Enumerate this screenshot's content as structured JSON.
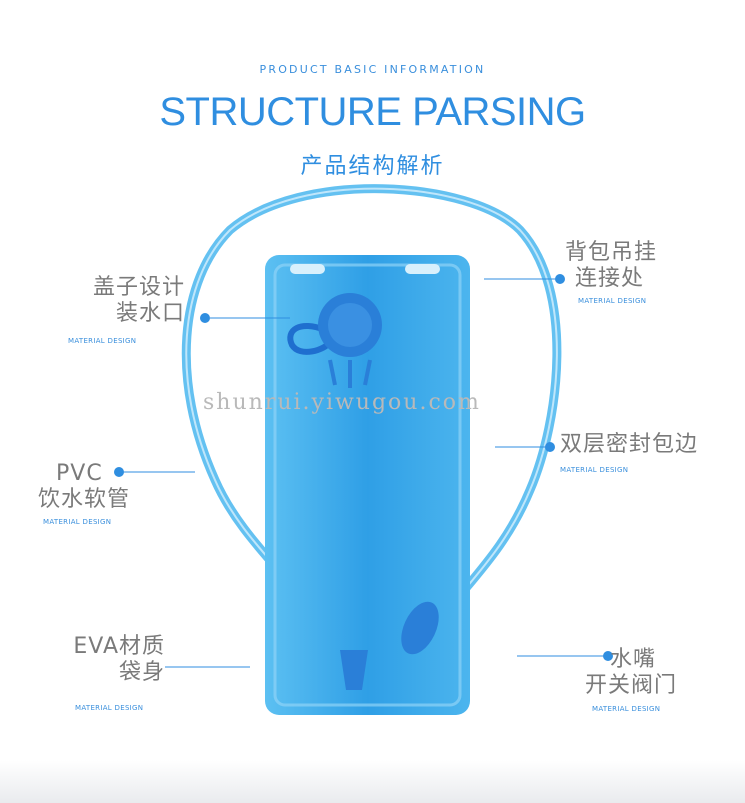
{
  "header": {
    "subtitle": "PRODUCT BASIC INFORMATION",
    "title": "STRUCTURE PARSING",
    "title_cn": "产品结构解析"
  },
  "callouts": {
    "cap": {
      "line1": "盖子设计",
      "line2": "装水口",
      "tag": "MATERIAL DESIGN"
    },
    "tube": {
      "line1": "PVC",
      "line2": "饮水软管",
      "tag": "MATERIAL DESIGN"
    },
    "body": {
      "line1": "EVA材质",
      "line2": "袋身",
      "tag": "MATERIAL DESIGN"
    },
    "hanger": {
      "line1": "背包吊挂",
      "line2": "连接处",
      "tag": "MATERIAL DESIGN"
    },
    "seal": {
      "line1": "双层密封包边",
      "tag": "MATERIAL DESIGN"
    },
    "valve": {
      "line1": "水嘴",
      "line2": "开关阀门",
      "tag": "MATERIAL DESIGN"
    }
  },
  "watermark": "shunrui.yiwugou.com",
  "colors": {
    "accent": "#2f8ee0",
    "label": "#7a7a7a",
    "bladder": "#3aa8ea"
  }
}
